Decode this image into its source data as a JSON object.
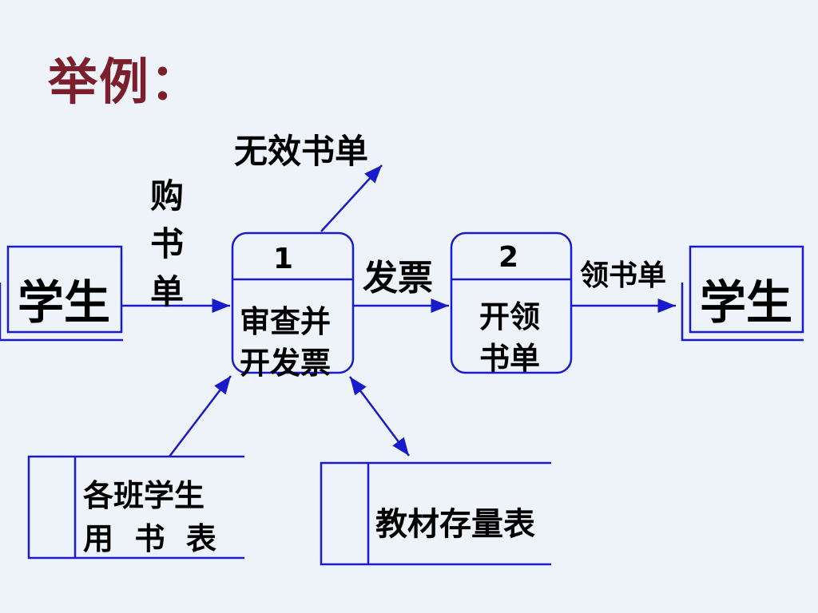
{
  "title": "举例：",
  "nodes": {
    "student_left": "学生",
    "student_right": "学生",
    "process1_id": "1",
    "process1_line1": "审查并",
    "process1_line2": "开发票",
    "process2_id": "2",
    "process2_line1": "开领",
    "process2_line2": "书单",
    "store1_line1": "各班学生",
    "store1_line2": "用  书  表",
    "store2": "教材存量表"
  },
  "flows": {
    "invalid_order": "无效书单",
    "order_c1": "购",
    "order_c2": "书",
    "order_c3": "单",
    "invoice": "发票",
    "pickup": "领书单"
  },
  "colors": {
    "line": "#1a1acd",
    "title": "#7a1f2b"
  }
}
